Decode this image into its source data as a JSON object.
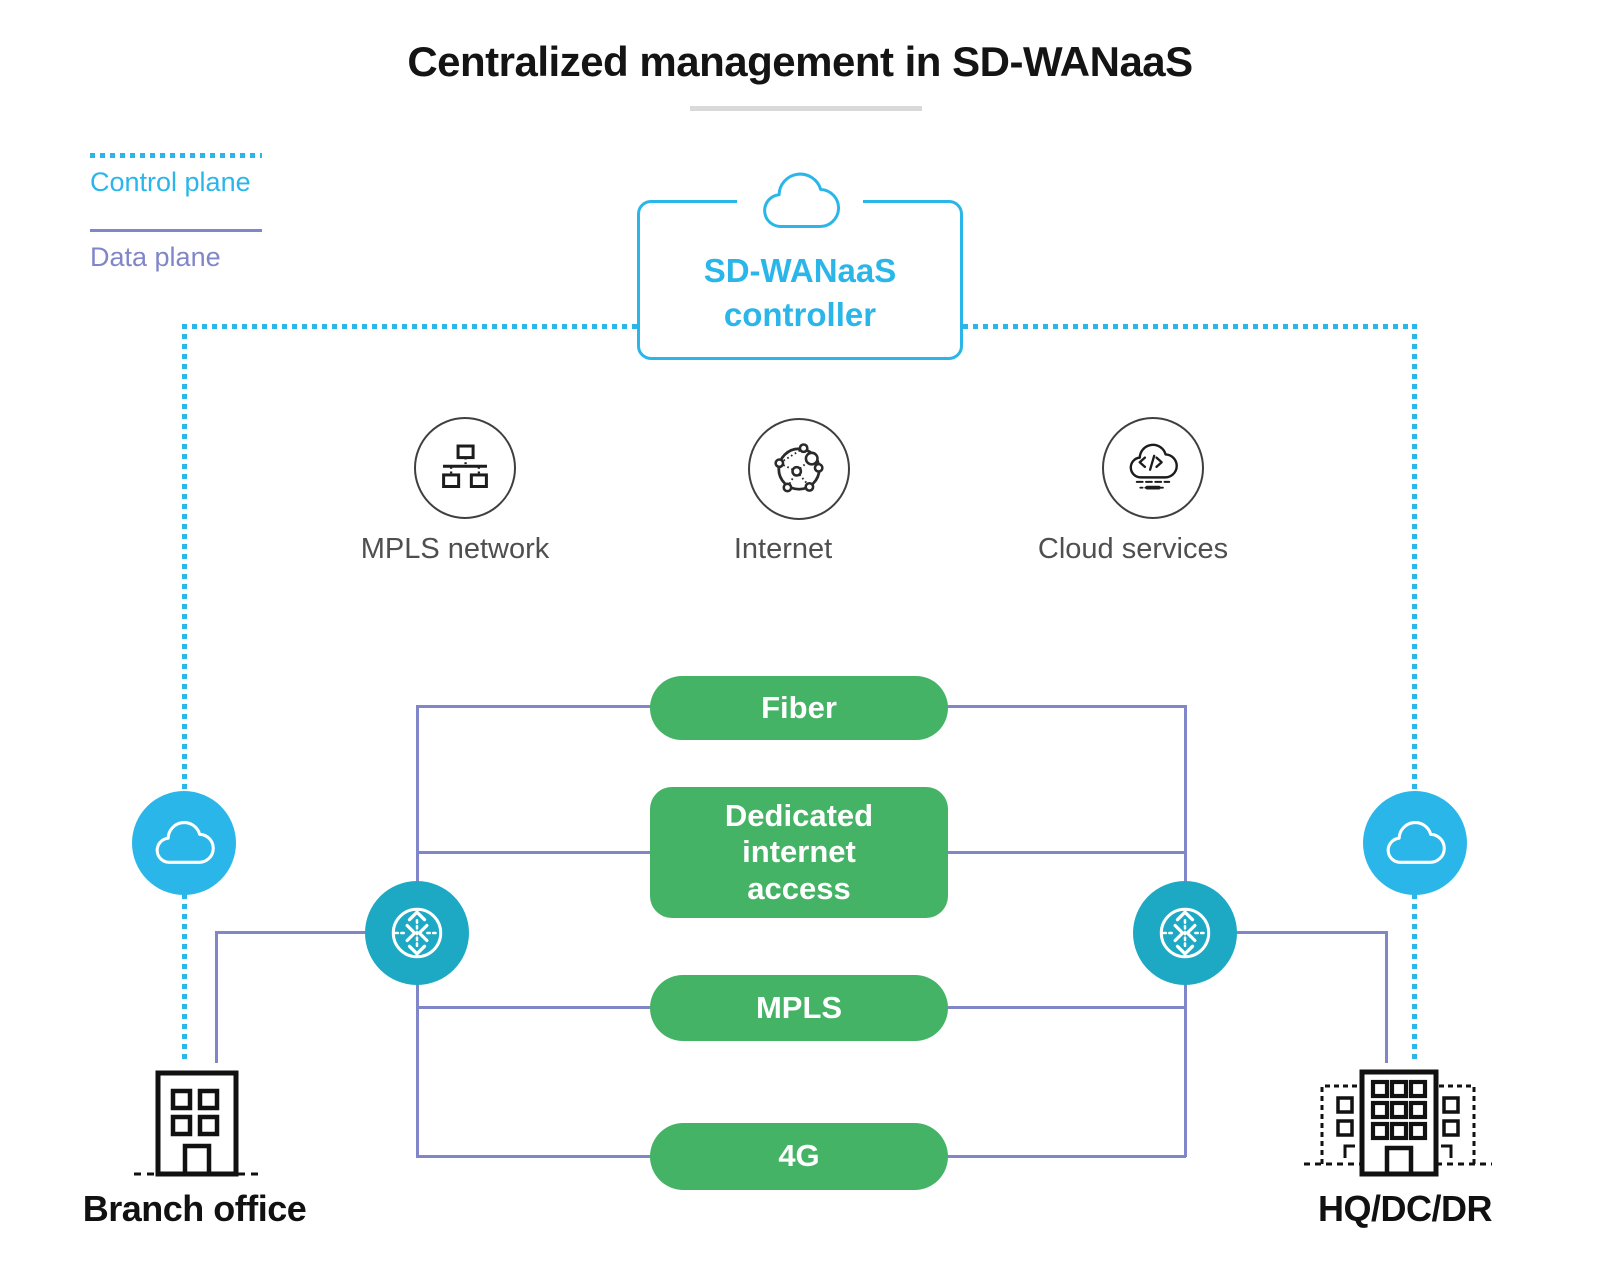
{
  "title": "Centralized management in SD-WANaaS",
  "legend": {
    "control_plane": "Control plane",
    "data_plane": "Data plane"
  },
  "controller": {
    "name_line1": "SD-WANaaS",
    "name_line2": "controller",
    "icon": "cloud-icon"
  },
  "services": [
    {
      "label": "MPLS network",
      "icon": "mpls-network-icon"
    },
    {
      "label": "Internet",
      "icon": "internet-globe-icon"
    },
    {
      "label": "Cloud services",
      "icon": "cloud-code-icon"
    }
  ],
  "transports": [
    {
      "label": "Fiber"
    },
    {
      "label": "Dedicated internet access"
    },
    {
      "label": "MPLS"
    },
    {
      "label": "4G"
    }
  ],
  "sites": [
    {
      "label": "Branch office",
      "icon": "office-building-icon"
    },
    {
      "label": "HQ/DC/DR",
      "icon": "hq-buildings-icon"
    }
  ],
  "colors": {
    "control_plane_cyan": "#2bb6e9",
    "data_plane_purple": "#8186c8",
    "transport_green": "#44b365",
    "router_teal": "#1da9c4",
    "cloud_cyan": "#2bb6e9"
  }
}
